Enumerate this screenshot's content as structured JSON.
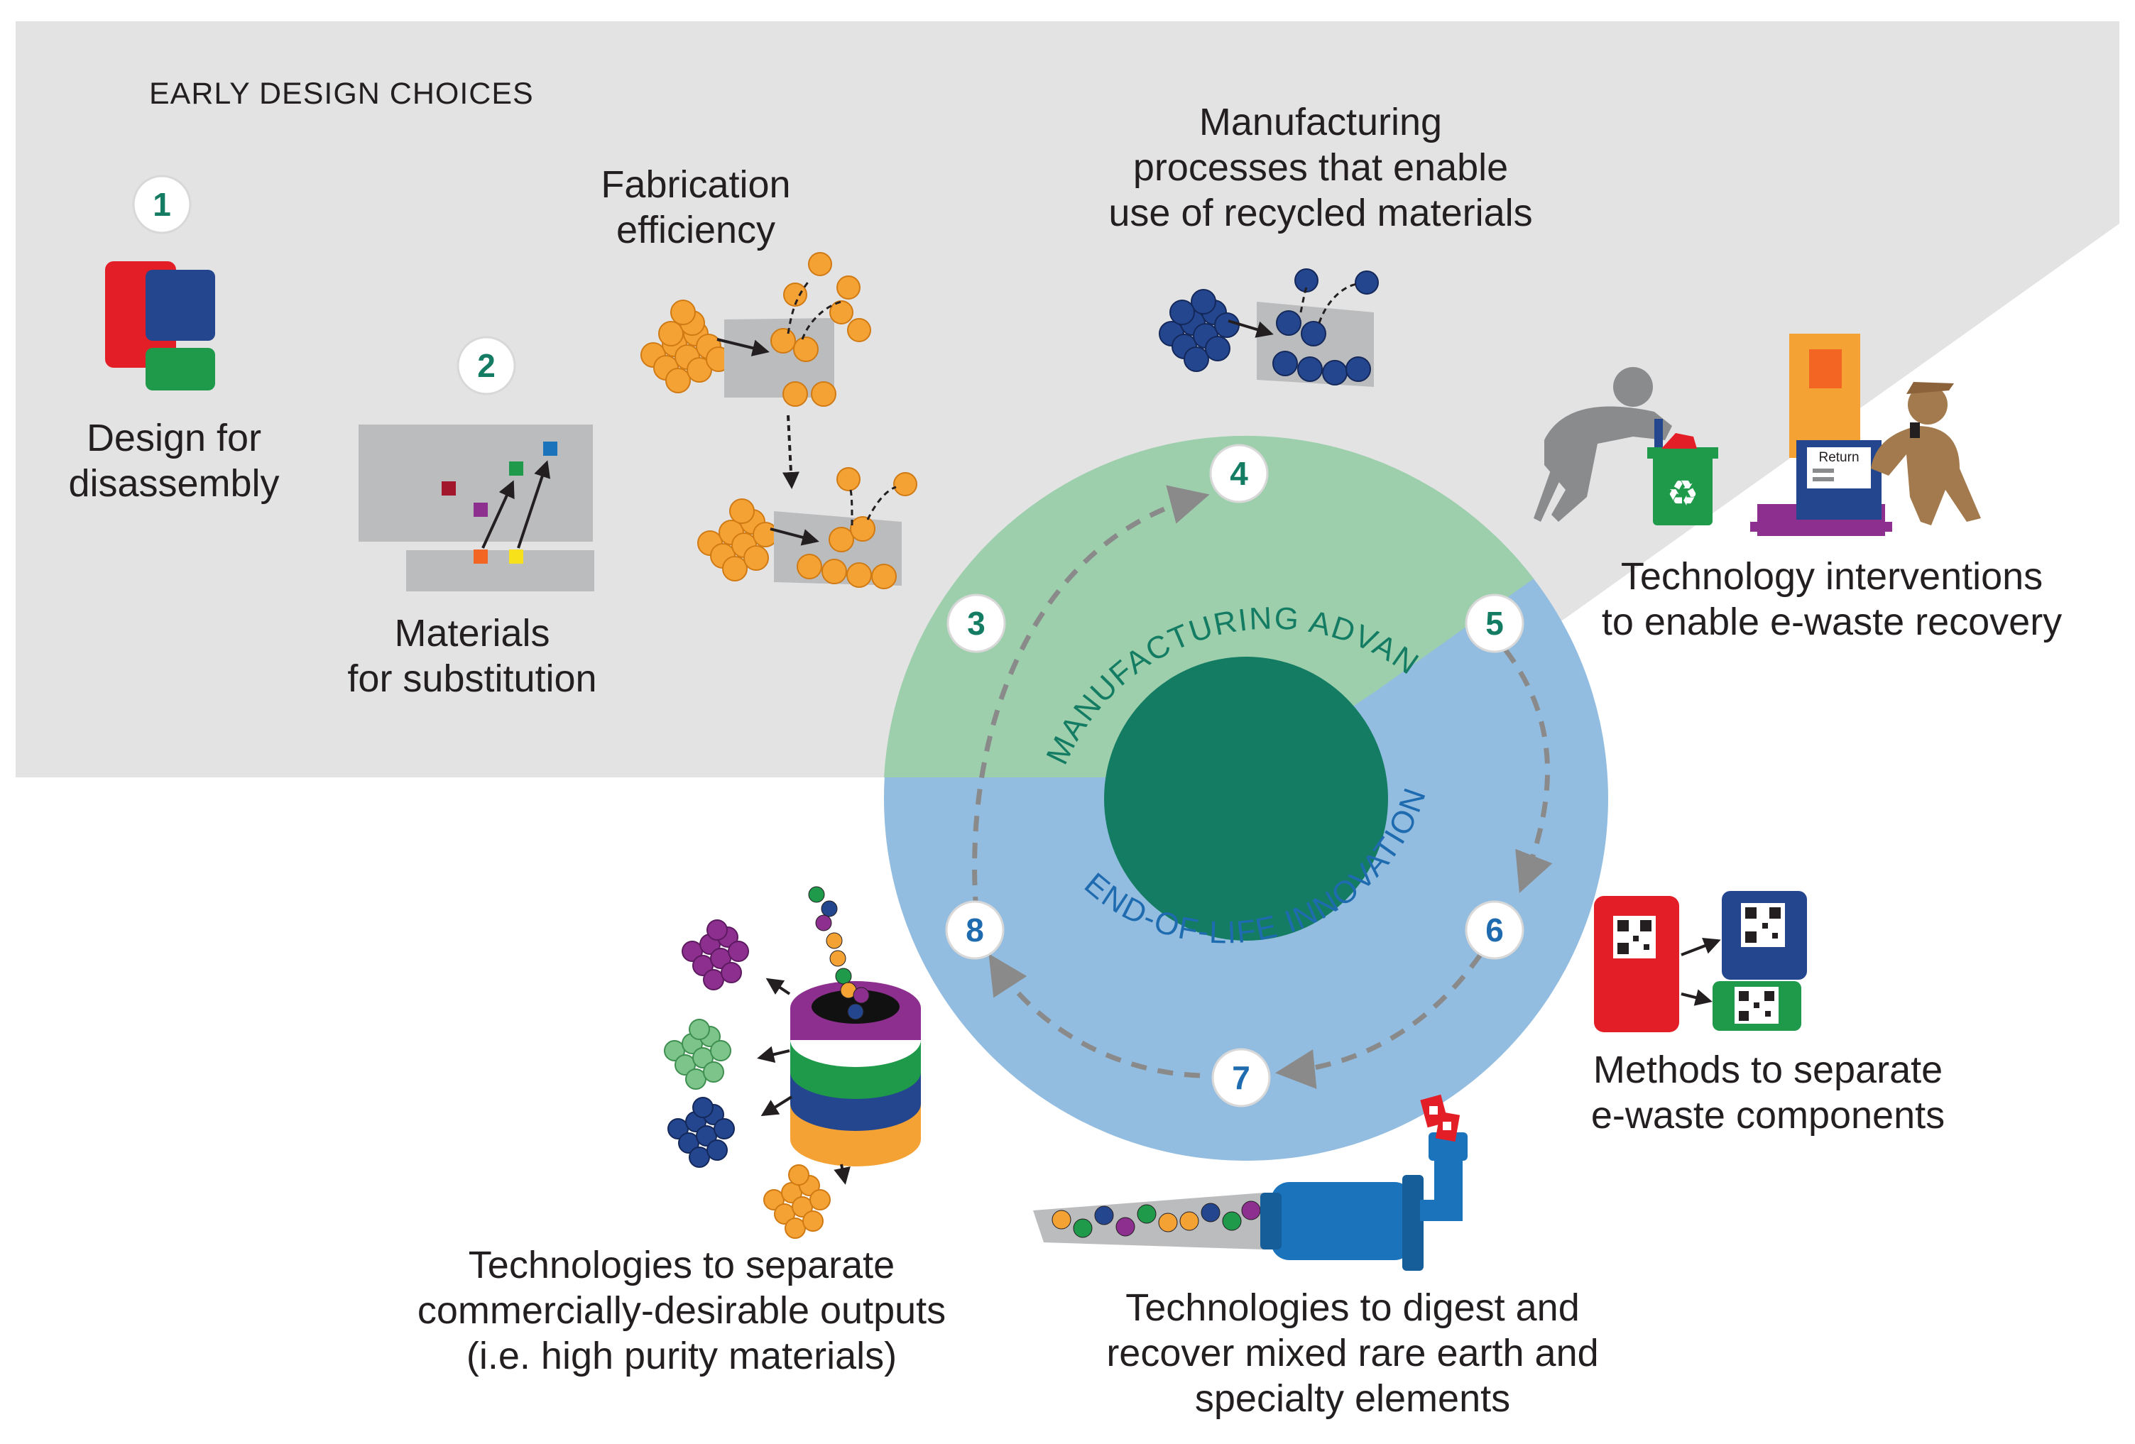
{
  "header": {
    "title": "EARLY DESIGN CHOICES"
  },
  "cycle": {
    "upper_label": "MANUFACTURING ADVANCES",
    "lower_label": "END-OF-LIFE INNOVATIONS"
  },
  "steps": [
    {
      "number": "1",
      "lines": [
        "Design for",
        "disassembly"
      ]
    },
    {
      "number": "2",
      "lines": [
        "Materials",
        "for substitution"
      ]
    },
    {
      "number": "3",
      "lines": [
        "Fabrication",
        "efficiency"
      ]
    },
    {
      "number": "4",
      "lines": [
        "Manufacturing",
        "processes that enable",
        "use of recycled materials"
      ]
    },
    {
      "number": "5",
      "lines": [
        "Technology interventions",
        "to enable e-waste recovery"
      ]
    },
    {
      "number": "6",
      "lines": [
        "Methods to separate",
        "e-waste components"
      ]
    },
    {
      "number": "7",
      "lines": [
        "Technologies to digest and",
        "recover mixed rare earth and",
        "specialty elements"
      ]
    },
    {
      "number": "8",
      "lines": [
        "Technologies to separate",
        "commercially-desirable outputs",
        "(i.e. high purity materials)"
      ]
    }
  ],
  "icons": {
    "return_kiosk_text": "Return"
  },
  "colors": {
    "background_band": "#e3e3e4",
    "manufacturing": "#9dcfad",
    "end_of_life": "#93bde0",
    "core": "#137c62",
    "green_step_number": "#137c62",
    "blue_step_number": "#1f6bb0",
    "orange": "#f5a235",
    "navy": "#24468f",
    "red": "#e41e26",
    "purple": "#8d2f8f",
    "machine_blue": "#1a73bb"
  }
}
